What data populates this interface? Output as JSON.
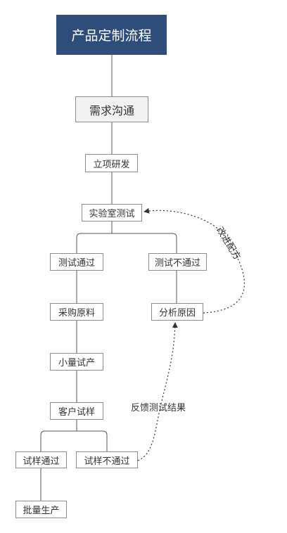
{
  "nodes": {
    "title": "产品定制流程",
    "demand": "需求沟通",
    "project": "立项研发",
    "lab_test": "实验室测试",
    "test_pass": "测试通过",
    "test_fail": "测试不通过",
    "purchase": "采购原料",
    "analyze": "分析原因",
    "small_batch": "小量试产",
    "customer_trial": "客户试样",
    "trial_pass": "试样通过",
    "trial_fail": "试样不通过",
    "mass_production": "批量生产"
  },
  "edge_labels": {
    "improve_formula": "改进配方",
    "feedback_result": "反馈测试结果"
  },
  "colors": {
    "title_bg": "#2e4d7b",
    "title_text": "#ffffff",
    "node_border": "#8c8c8c",
    "line": "#555555"
  }
}
